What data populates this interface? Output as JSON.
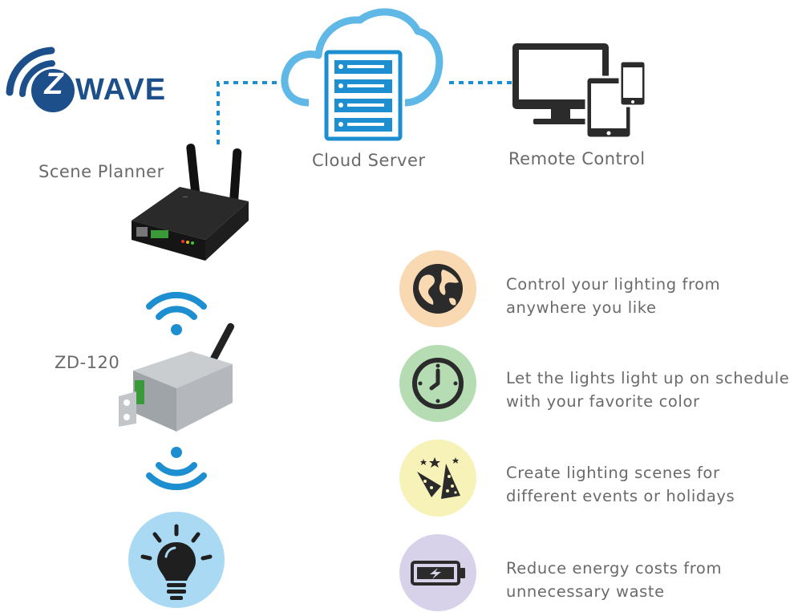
{
  "logo": {
    "text": "WAVE",
    "badge_letter": "Z",
    "color": "#1d4f8a"
  },
  "labels": {
    "scene_planner": "Scene Planner",
    "cloud_server": "Cloud Server",
    "remote_control": "Remote Control",
    "zd120": "ZD-120"
  },
  "features": [
    {
      "line1": "Control your lighting from",
      "line2": "anywhere you like",
      "icon": "globe-icon",
      "color": "#f8d9b1"
    },
    {
      "line1": "Let the lights light up on schedule",
      "line2": "with your favorite color",
      "icon": "clock-icon",
      "color": "#b6dcb3"
    },
    {
      "line1": "Create lighting scenes for",
      "line2": "different events or holidays",
      "icon": "party-hat-icon",
      "color": "#f7f2b7"
    },
    {
      "line1": "Reduce energy costs from",
      "line2": "unnecessary waste",
      "icon": "battery-icon",
      "color": "#d7d2ea"
    }
  ],
  "colors": {
    "accent_blue": "#1d8fd1",
    "cloud_blue": "#5fb8e6",
    "dark": "#2b2b2b",
    "bulb_bg": "#aad9f3"
  }
}
